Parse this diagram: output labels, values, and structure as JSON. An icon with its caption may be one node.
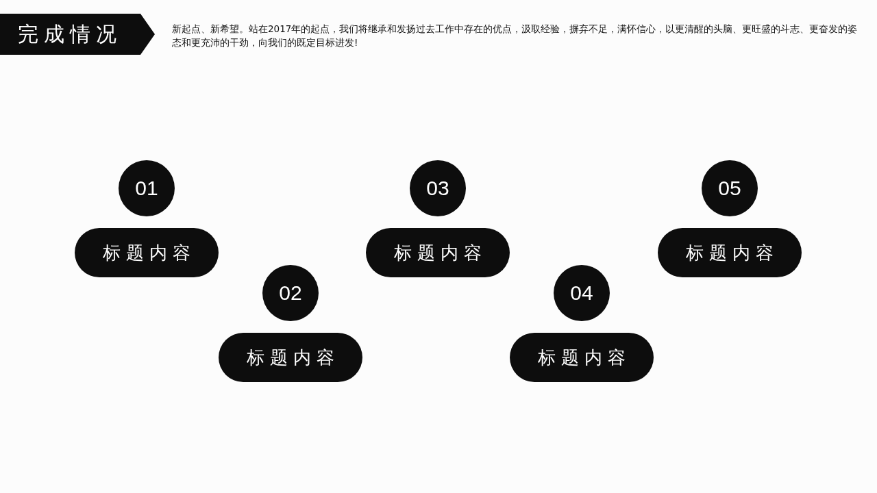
{
  "diagram": {
    "title": "完成情况",
    "nodes": [
      {
        "text": [
          "01"
        ]
      },
      {
        "text": [
          "03"
        ]
      },
      {
        "text": [
          "05"
        ]
      },
      {
        "text": [
          "标题内容"
        ]
      },
      {
        "text": [
          "标题内容"
        ]
      },
      {
        "text": [
          "标题内容"
        ]
      },
      {
        "text": [
          "02"
        ]
      },
      {
        "text": [
          "04"
        ]
      },
      {
        "text": [
          "标题内容"
        ]
      },
      {
        "text": [
          "标题内容"
        ]
      }
    ],
    "edges": [],
    "labels": [
      "新起点、新希望。站在2017年的起点，我们将继承和发扬过去工作中存在的优点，汲取经验，摒弃不足，满怀信心，以更清醒的头脑、更旺盛的斗志、更奋发的姿态和更充沛的干劲，向我们的既定目标进发!"
    ]
  }
}
